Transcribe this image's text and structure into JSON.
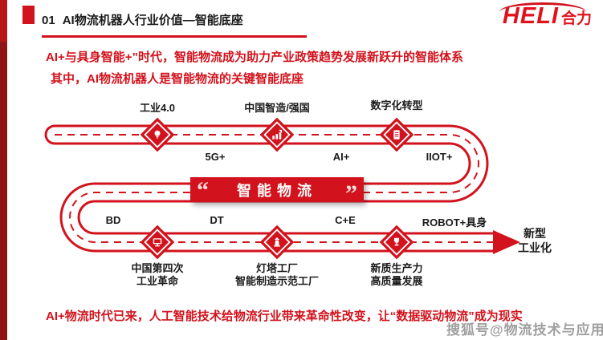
{
  "colors": {
    "accent": "#d2121c",
    "dark_red": "#8f1414",
    "text_dark": "#1a1a1a",
    "watermark_gray": "#9c9c9c"
  },
  "header": {
    "slide_number": "01",
    "title": "AI物流机器人行业价值—智能底座",
    "logo_text": "HELI",
    "logo_suffix": "合力"
  },
  "intro": {
    "line1": "AI+与具身智能+”时代，智能物流成为助力产业政策趋势发展新跃升的智能体系",
    "line2": "其中，AI物流机器人是智能物流的关键智能底座"
  },
  "diagram": {
    "top_milestones": [
      {
        "label": "工业4.0",
        "icon": "lightbulb-icon"
      },
      {
        "label": "中国智造/强国",
        "icon": "bar-chart-icon"
      },
      {
        "label": "数字化转型",
        "icon": "document-icon"
      }
    ],
    "road_labels_top": [
      "5G+",
      "AI+",
      "IIOT+"
    ],
    "banner": {
      "open_quote": "“",
      "text": "智能物流",
      "close_quote": "”"
    },
    "road_labels_bottom": [
      "BD",
      "DT",
      "C+E",
      "ROBOT+具身"
    ],
    "bottom_milestones": [
      {
        "line1": "中国第四次",
        "line2": "工业革命",
        "icon": "monitor-icon"
      },
      {
        "line1": "灯塔工厂",
        "line2": "智能制造示范工厂",
        "icon": "lighthouse-icon"
      },
      {
        "line1": "新质生产力",
        "line2": "高质量发展",
        "icon": "trophy-icon"
      }
    ],
    "end": {
      "line1": "新型",
      "line2": "工业化"
    }
  },
  "footer": {
    "text": "AI+物流时代已来，人工智能技术给物流行业带来革命性改变，让“数据驱动物流”成为现实"
  },
  "watermark": {
    "text": "搜狐号@物流技术与应用"
  }
}
